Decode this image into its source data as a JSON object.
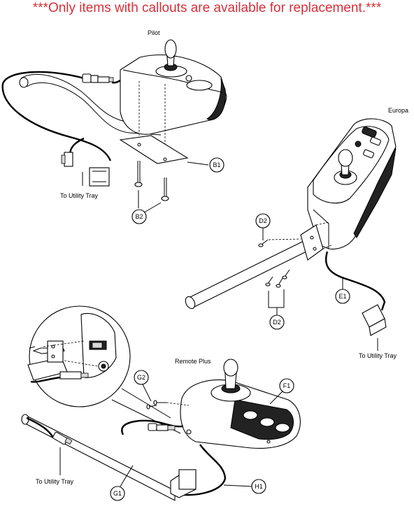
{
  "banner": "***Only items with callouts are available for replacement.***",
  "colors": {
    "banner": "#d6303a",
    "line": "#000000"
  },
  "controllers": {
    "pilot": "Pilot",
    "europa": "Europa",
    "remote_plus": "Remote Plus"
  },
  "destinations": {
    "pilot": "To Utility Tray",
    "europa": "To Utility Tray",
    "remote_plus": "To Utility Tray"
  },
  "callouts": {
    "b1": "B1",
    "b2": "B2",
    "d2_top": "D2",
    "d2_bottom": "D2",
    "e1": "E1",
    "f1": "F1",
    "g1": "G1",
    "g2": "G2",
    "h1": "H1"
  }
}
